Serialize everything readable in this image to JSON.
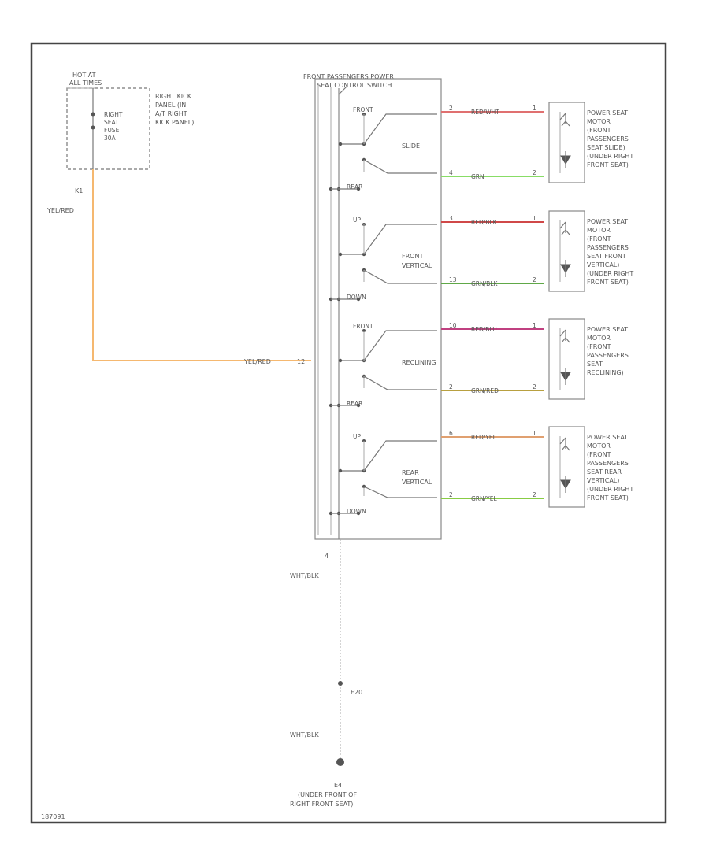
{
  "fuse_block": {
    "header": [
      "HOT AT",
      "ALL TIMES"
    ],
    "fuse_label": [
      "RIGHT",
      "SEAT",
      "FUSE",
      "30A"
    ],
    "location": [
      "RIGHT KICK",
      "PANEL (IN",
      "A/T RIGHT",
      "KICK PANEL)"
    ],
    "pin": "K1",
    "wire_color": "YEL/RED"
  },
  "switch": {
    "title": [
      "FRONT PASSENGERS POWER",
      "SEAT CONTROL SWITCH"
    ],
    "feed_wire_label": "YEL/RED",
    "feed_pin": "12",
    "sections": [
      {
        "labels": [
          "SLIDE"
        ],
        "up": "FRONT",
        "down": "REAR"
      },
      {
        "labels": [
          "FRONT",
          "VERTICAL"
        ],
        "up": "UP",
        "down": "DOWN"
      },
      {
        "labels": [
          "RECLINING"
        ],
        "up": "FRONT",
        "down": "REAR"
      },
      {
        "labels": [
          "REAR",
          "VERTICAL"
        ],
        "up": "UP",
        "down": "DOWN"
      }
    ],
    "ground_pin": "4",
    "ground_wire": "WHT/BLK"
  },
  "wires": [
    {
      "label": "RED/WHT",
      "color": "#e07070",
      "pin_left": "2",
      "pin_right": "1"
    },
    {
      "label": "GRN",
      "color": "#88dd66",
      "pin_left": "4",
      "pin_right": "2"
    },
    {
      "label": "RED/BLK",
      "color": "#d04848",
      "pin_left": "3",
      "pin_right": "1"
    },
    {
      "label": "GRN/BLK",
      "color": "#60a848",
      "pin_left": "13",
      "pin_right": "2"
    },
    {
      "label": "RED/BLU",
      "color": "#c04080",
      "pin_left": "10",
      "pin_right": "1"
    },
    {
      "label": "GRN/RED",
      "color": "#b8a040",
      "pin_left": "2",
      "pin_right": "2"
    },
    {
      "label": "RED/YEL",
      "color": "#e0a070",
      "pin_left": "6",
      "pin_right": "1"
    },
    {
      "label": "GRN/YEL",
      "color": "#88cc44",
      "pin_left": "2",
      "pin_right": "2"
    }
  ],
  "motors": [
    {
      "lines": [
        "POWER SEAT",
        "MOTOR",
        "(FRONT",
        "PASSENGERS",
        "SEAT SLIDE)",
        "(UNDER RIGHT",
        "FRONT SEAT)"
      ]
    },
    {
      "lines": [
        "POWER SEAT",
        "MOTOR",
        "(FRONT",
        "PASSENGERS",
        "SEAT FRONT",
        "VERTICAL)",
        "(UNDER RIGHT",
        "FRONT SEAT)"
      ]
    },
    {
      "lines": [
        "POWER SEAT",
        "MOTOR",
        "(FRONT",
        "PASSENGERS",
        "SEAT",
        "RECLINING)"
      ]
    },
    {
      "lines": [
        "POWER SEAT",
        "MOTOR",
        "(FRONT",
        "PASSENGERS",
        "SEAT REAR",
        "VERTICAL)",
        "(UNDER RIGHT",
        "FRONT SEAT)"
      ]
    }
  ],
  "ground": {
    "splice": "E20",
    "wire_color": "WHT/BLK",
    "point": "E4",
    "location": [
      "(UNDER FRONT OF",
      "RIGHT FRONT SEAT)"
    ]
  },
  "figure_id": "187091",
  "colors": {
    "feed_wire": "#f5b870",
    "line": "#777777",
    "frame": "#444444"
  }
}
